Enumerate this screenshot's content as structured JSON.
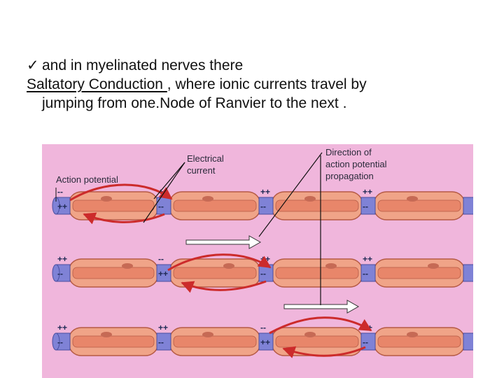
{
  "slide": {
    "bullet_icon": "checkmark-icon",
    "bullet_glyph": "✓",
    "line1": "and in myelinated nerves there",
    "term": "Saltatory  Conduction ",
    "line2_rest": ", where  ionic currents travel by",
    "line3": "jumping from one.Node of Ranvier to the next  ."
  },
  "figure": {
    "labels": {
      "action_potential": "Action potential",
      "electrical_current_1": "Electrical",
      "electrical_current_2": "current",
      "direction_1": "Direction of",
      "direction_2": "action potential",
      "direction_3": "propagation"
    },
    "charges": {
      "plus": "++",
      "minus": "--"
    },
    "colors": {
      "background": "#f0b6dc",
      "myelin": "#f0a488",
      "axon_core": "#e8866a",
      "node": "#7f82d6",
      "current_arrow": "#cc2b2b"
    }
  }
}
